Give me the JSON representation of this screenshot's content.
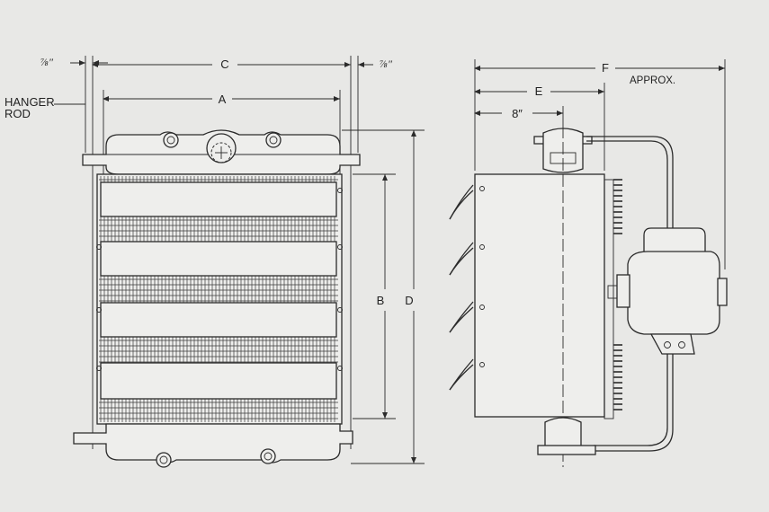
{
  "labels": {
    "seven_eighths_left": "⅞″",
    "seven_eighths_right": "⅞″",
    "dim_c": "C",
    "dim_a": "A",
    "dim_b": "B",
    "dim_d": "D",
    "dim_f": "F",
    "dim_e": "E",
    "eight_inch": "8″",
    "approx": "APPROX.",
    "hanger_line1": "HANGER",
    "hanger_line2": "ROD"
  }
}
